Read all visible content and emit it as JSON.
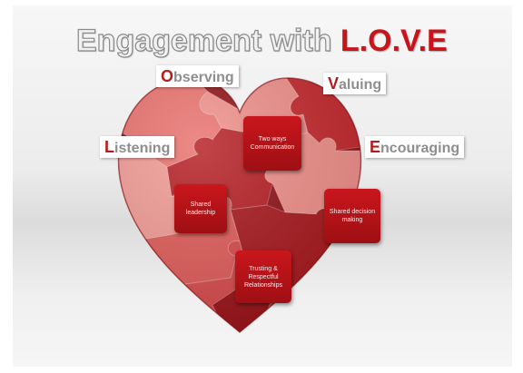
{
  "title": {
    "main": "Engagement with ",
    "highlight": "L.O.V.E"
  },
  "tags": {
    "observing": {
      "initial": "O",
      "rest": "bserving"
    },
    "valuing": {
      "initial": "V",
      "rest": "aluing"
    },
    "listening": {
      "initial": "L",
      "rest": "istening"
    },
    "encouraging": {
      "initial": "E",
      "rest": "ncouraging"
    }
  },
  "boxes": {
    "communication": "Two ways\nCommunication",
    "leadership": "Shared\nleadership",
    "decision": "Shared decision\nmaking",
    "relationships": "Trusting &\nRespectful\nRelationships"
  },
  "colors": {
    "dark_red": "#8f0f14",
    "mid_red": "#c4262b",
    "light_pink": "#f28d88",
    "accent_red": "#b71b1c"
  }
}
